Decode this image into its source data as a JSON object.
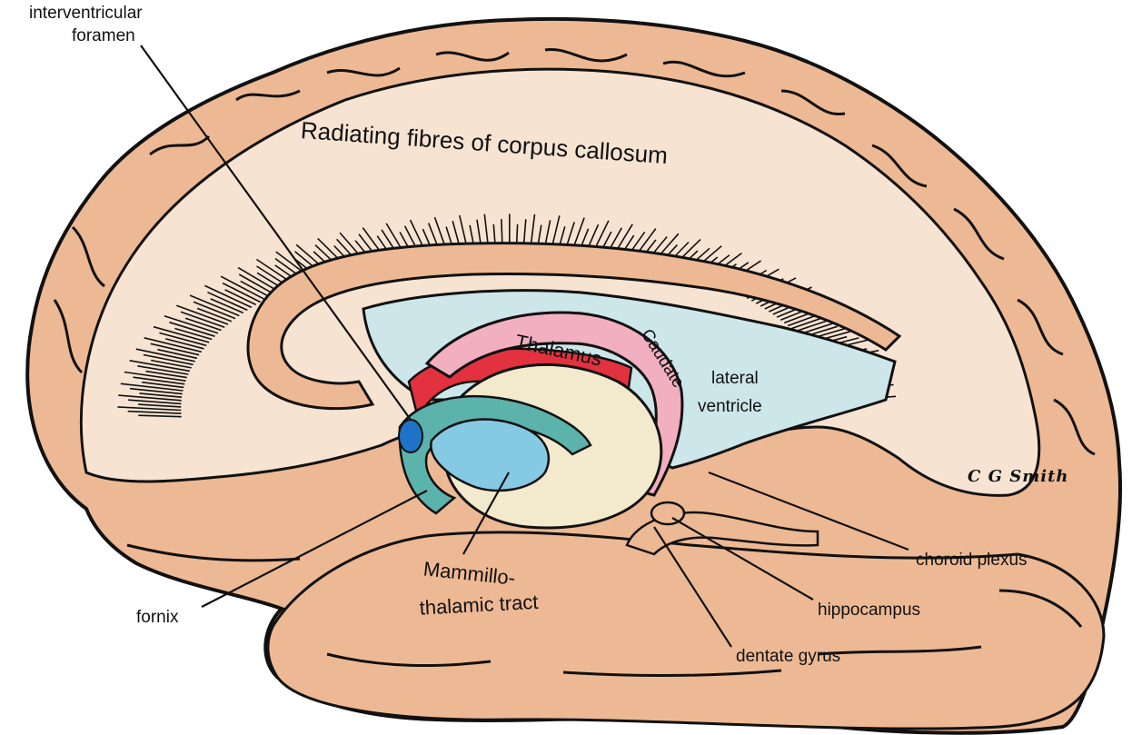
{
  "colors": {
    "cortex": "#EDB994",
    "white_matter": "#F7E3D2",
    "ventricle": "#CDE6EA",
    "thalamus": "#F3E9CC",
    "caudate": "#F2AFC0",
    "choroid_plexus": "#E2323F",
    "fornix": "#86C9E2",
    "fornix_dark": "#5BB3AC",
    "foramen": "#1E73C8",
    "outline": "#111111"
  },
  "labels": {
    "interventricular_foramen_1": "interventricular",
    "interventricular_foramen_2": "foramen",
    "corpus_callosum": "Radiating fibres of corpus callosum",
    "thalamus": "Thalamus",
    "caudate": "Caudate",
    "lateral_ventricle_1": "lateral",
    "lateral_ventricle_2": "ventricle",
    "mammillo_1": "Mammillo-",
    "mammillo_2": "thalamic tract",
    "fornix": "fornix",
    "choroid_plexus": "choroid plexus",
    "hippocampus": "hippocampus",
    "dentate_gyrus": "dentate gyrus",
    "signature": "C G Smith"
  }
}
